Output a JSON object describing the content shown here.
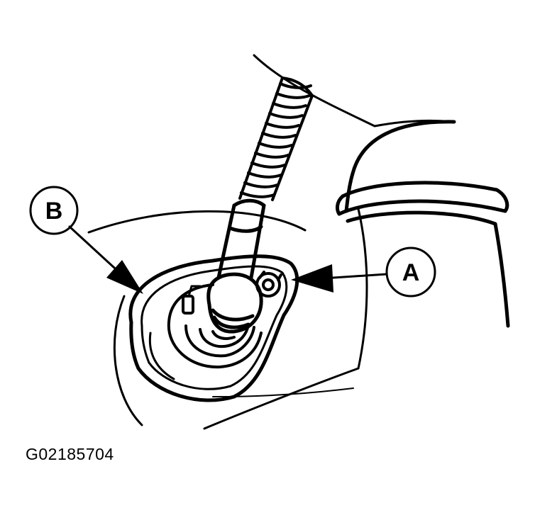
{
  "callouts": {
    "a_label": "A",
    "b_label": "B"
  },
  "figure_id": "G02185704",
  "colors": {
    "ink": "#000000",
    "paper": "#ffffff"
  },
  "parts": {
    "sensor": "sensor-with-flexible-lead",
    "mount": "mounting-boss",
    "fastener": "retaining-bolt",
    "tube": "tube-collar"
  }
}
